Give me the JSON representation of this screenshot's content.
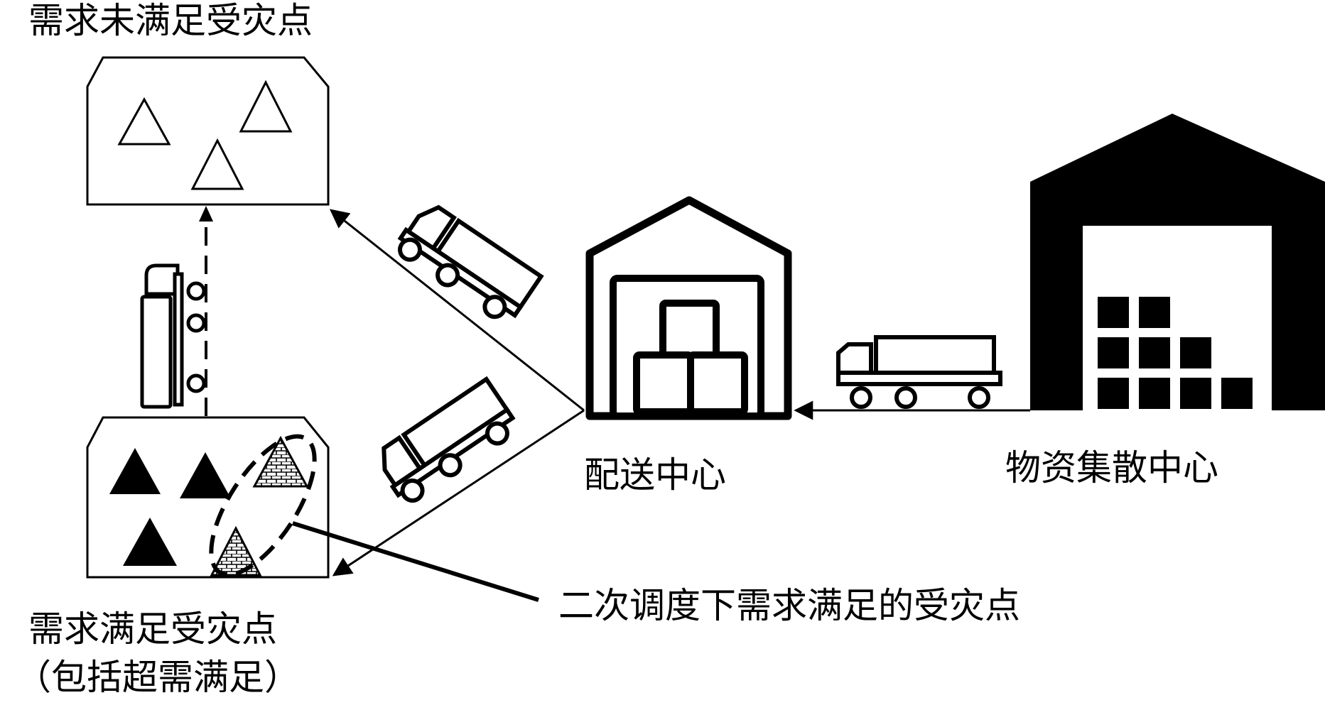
{
  "labels": {
    "unmet_title": "需求未满足受灾点",
    "met_title": "需求满足受灾点",
    "met_subtitle": "（包括超需满足）",
    "distribution_center": "配送中心",
    "collection_center": "物资集散中心",
    "secondary_dispatch": "二次调度下需求满足的受灾点"
  },
  "colors": {
    "ink": "#000000",
    "paper": "#ffffff"
  }
}
